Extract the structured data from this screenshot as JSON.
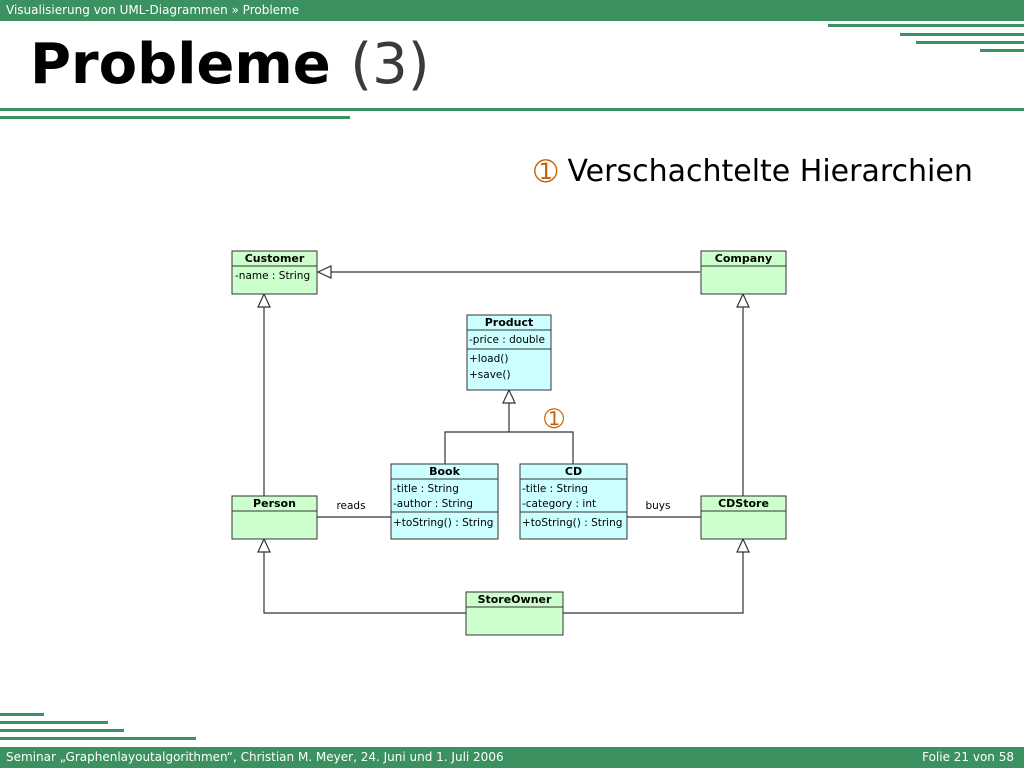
{
  "header": {
    "breadcrumb": "Visualisierung von UML-Diagrammen » Probleme",
    "title_main": "Probleme",
    "title_num": "(3)"
  },
  "bullet": {
    "icon": "➀",
    "text": "Verschachtelte Hierarchien"
  },
  "diagram": {
    "marker": "➀",
    "classes": {
      "customer": {
        "name": "Customer",
        "attrs": [
          "-name : String"
        ],
        "methods": []
      },
      "company": {
        "name": "Company",
        "attrs": [],
        "methods": []
      },
      "product": {
        "name": "Product",
        "attrs": [
          "-price : double"
        ],
        "methods": [
          "+load()",
          "+save()"
        ]
      },
      "book": {
        "name": "Book",
        "attrs": [
          "-title : String",
          "-author : String"
        ],
        "methods": [
          "+toString() : String"
        ]
      },
      "cd": {
        "name": "CD",
        "attrs": [
          "-title : String",
          "-category : int"
        ],
        "methods": [
          "+toString() : String"
        ]
      },
      "person": {
        "name": "Person",
        "attrs": [],
        "methods": []
      },
      "cdstore": {
        "name": "CDStore",
        "attrs": [],
        "methods": []
      },
      "storeowner": {
        "name": "StoreOwner",
        "attrs": [],
        "methods": []
      }
    },
    "associations": {
      "reads": "reads",
      "buys": "buys"
    },
    "colors": {
      "green_fill": "#ccffcc",
      "cyan_fill": "#ccffff",
      "marker_color": "#c46100"
    }
  },
  "footer": {
    "left": "Seminar „Graphenlayoutalgorithmen“, Christian M. Meyer, 24. Juni und 1. Juli 2006",
    "right": "Folie 21 von 58"
  }
}
